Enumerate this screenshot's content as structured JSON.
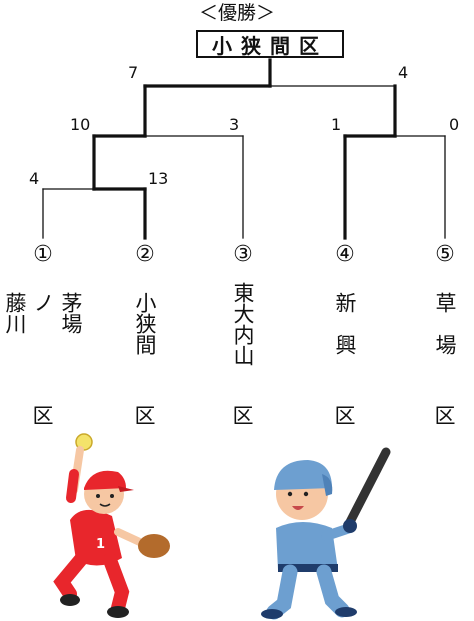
{
  "champion": {
    "header": "＜優勝＞",
    "name": "小狭間区"
  },
  "scores": {
    "final_left": "7",
    "final_right": "4",
    "semi_left_a": "10",
    "semi_left_b": "3",
    "semi_right_a": "1",
    "semi_right_b": "0",
    "first_round_a": "4",
    "first_round_b": "13"
  },
  "teams": [
    {
      "number": "①",
      "name_cols": [
        "茅場",
        "ノ",
        "藤川"
      ],
      "ward": "区"
    },
    {
      "number": "②",
      "name_cols": [
        "小狭間"
      ],
      "ward": "区"
    },
    {
      "number": "③",
      "name_cols": [
        "東大内山"
      ],
      "ward": "区"
    },
    {
      "number": "④",
      "name_cols": [
        "新　興"
      ],
      "ward": "区"
    },
    {
      "number": "⑤",
      "name_cols": [
        "草　場"
      ],
      "ward": "区"
    }
  ],
  "illustrations": {
    "left": "baseball-pitcher",
    "right": "baseball-batter"
  },
  "colors": {
    "line": "#111111",
    "red_uniform": "#e8262c",
    "blue_uniform": "#6d9fd0",
    "skin": "#f6c7a3"
  }
}
